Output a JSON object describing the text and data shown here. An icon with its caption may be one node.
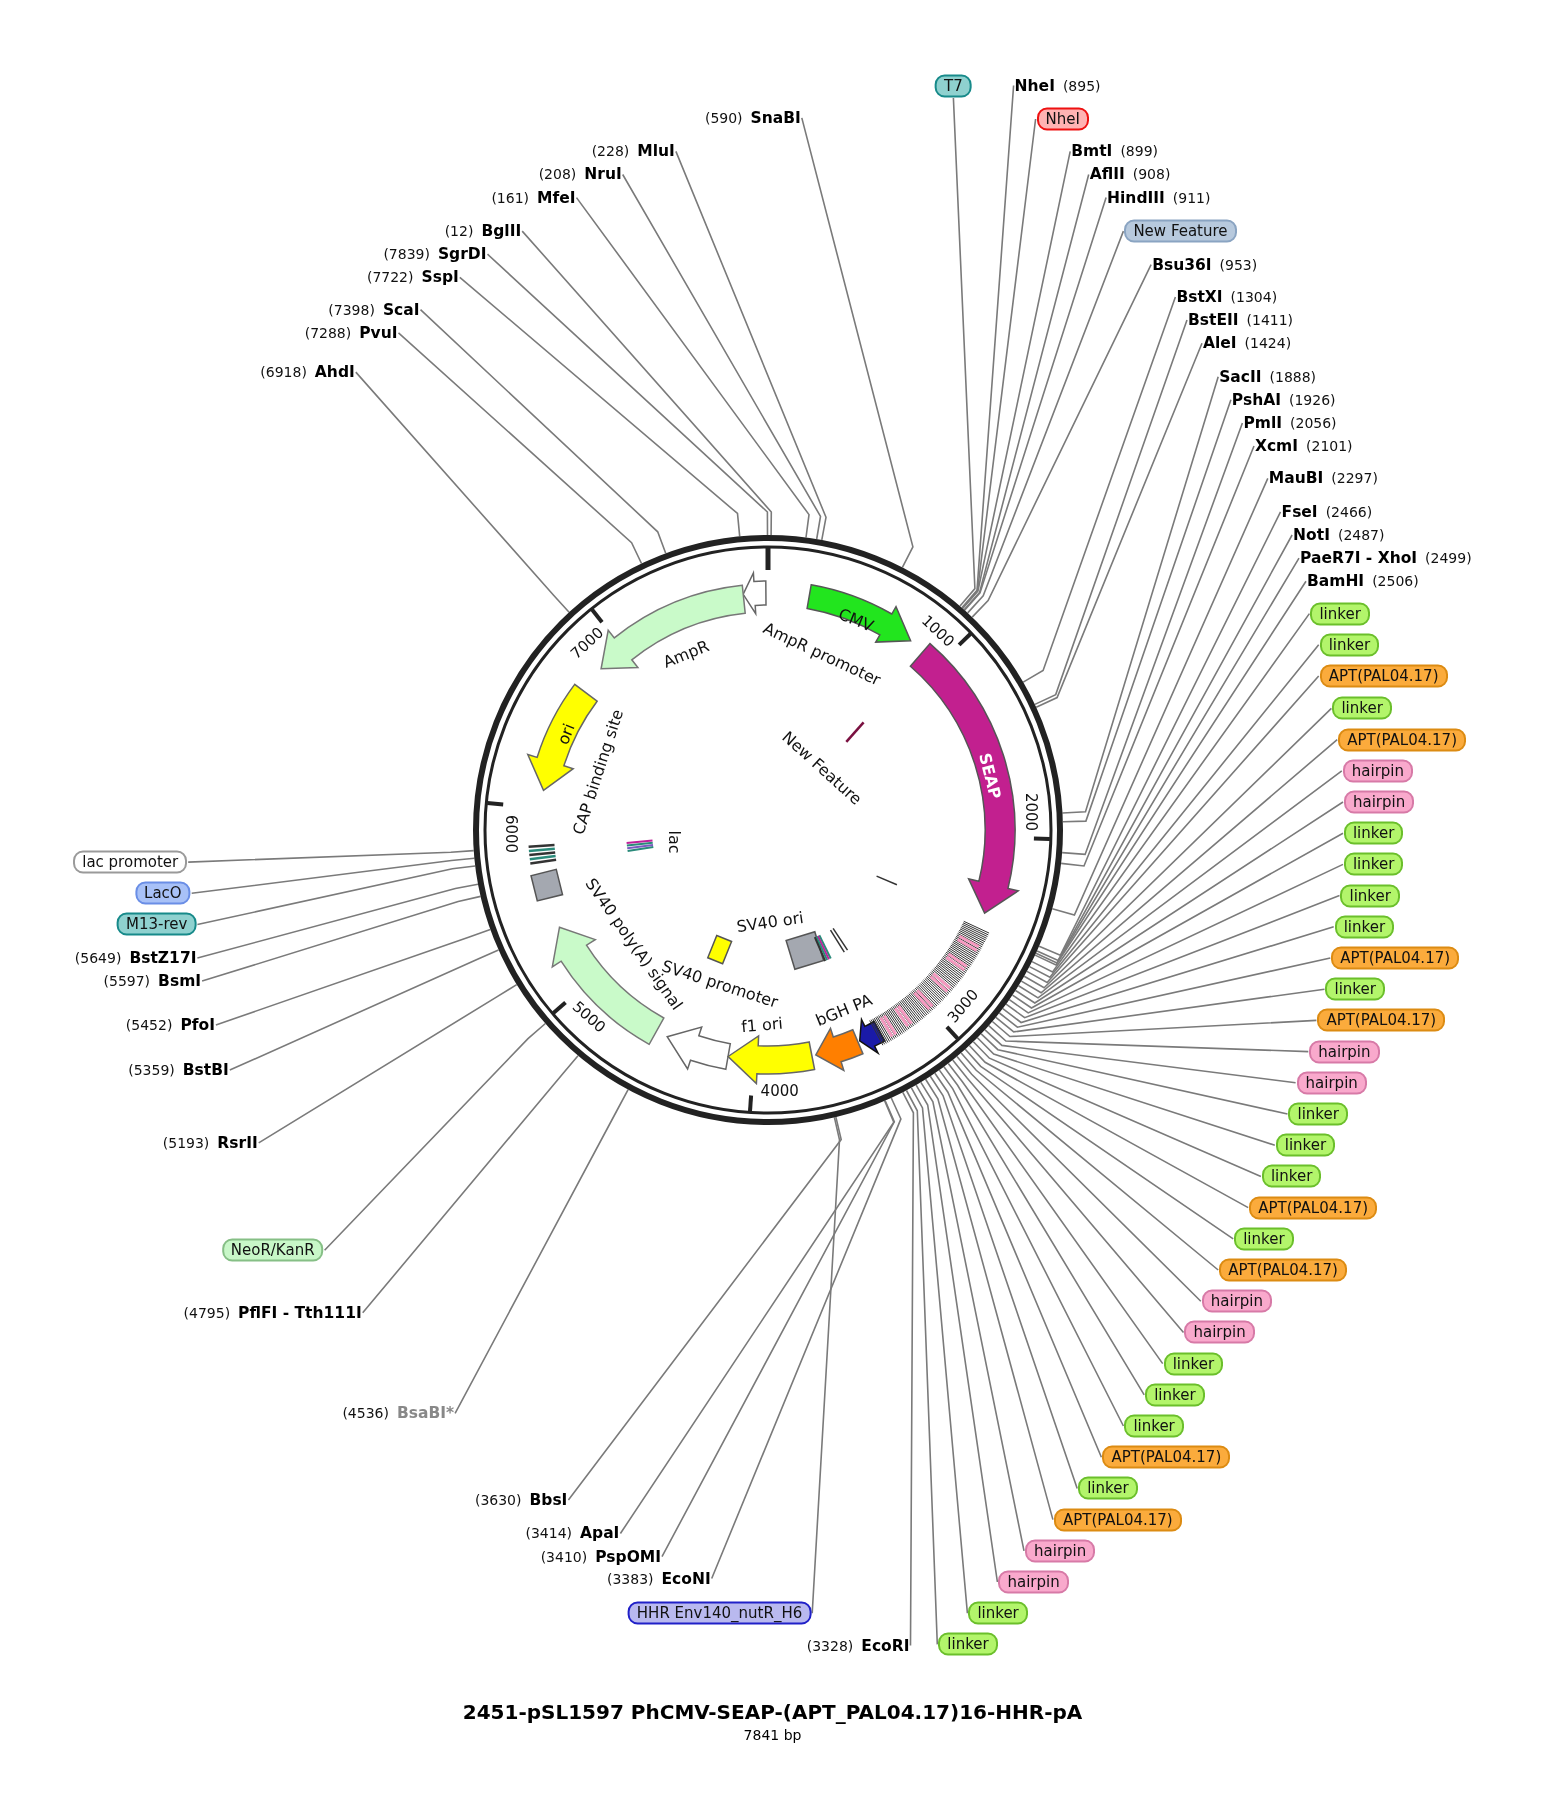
{
  "diagram": {
    "title": "2451-pSL1597 PhCMV-SEAP-(APT_PAL04.17)16-HHR-pA",
    "caption": "7841 bp",
    "nodes": [
      {
        "text": [
          "(590)",
          "SnaBI"
        ]
      },
      {
        "text": [
          "(228)",
          "MluI"
        ]
      },
      {
        "text": [
          "(208)",
          "NruI"
        ]
      },
      {
        "text": [
          "(161)",
          "MfeI"
        ]
      },
      {
        "text": [
          "(12)",
          "BglII"
        ]
      },
      {
        "text": [
          "(7839)",
          "SgrDI"
        ]
      },
      {
        "text": [
          "(7722)",
          "SspI"
        ]
      },
      {
        "text": [
          "(7398)",
          "ScaI"
        ]
      },
      {
        "text": [
          "(7288)",
          "PvuI"
        ]
      },
      {
        "text": [
          "(6918)",
          "AhdI"
        ]
      },
      {
        "text": [
          "T7"
        ]
      },
      {
        "text": [
          "NheI",
          "(895)"
        ]
      },
      {
        "text": [
          "NheI"
        ]
      },
      {
        "text": [
          "BmtI",
          "(899)"
        ]
      },
      {
        "text": [
          "AflII",
          "(908)"
        ]
      },
      {
        "text": [
          "HindIII",
          "(911)"
        ]
      },
      {
        "text": [
          "New Feature"
        ]
      },
      {
        "text": [
          "Bsu36I",
          "(953)"
        ]
      },
      {
        "text": [
          "BstXI",
          "(1304)"
        ]
      },
      {
        "text": [
          "BstEII",
          "(1411)"
        ]
      },
      {
        "text": [
          "AleI",
          "(1424)"
        ]
      },
      {
        "text": [
          "SacII",
          "(1888)"
        ]
      },
      {
        "text": [
          "PshAI",
          "(1926)"
        ]
      },
      {
        "text": [
          "PmlI",
          "(2056)"
        ]
      },
      {
        "text": [
          "XcmI",
          "(2101)"
        ]
      },
      {
        "text": [
          "MauBI",
          "(2297)"
        ]
      },
      {
        "text": [
          "FseI",
          "(2466)"
        ]
      },
      {
        "text": [
          "NotI",
          "(2487)"
        ]
      },
      {
        "text": [
          "PaeR7I - XhoI",
          "(2499)"
        ]
      },
      {
        "text": [
          "BamHI",
          "(2506)"
        ]
      },
      {
        "text": [
          "linker"
        ]
      },
      {
        "text": [
          "linker"
        ]
      },
      {
        "text": [
          "APT(PAL04.17)"
        ]
      },
      {
        "text": [
          "linker"
        ]
      },
      {
        "text": [
          "APT(PAL04.17)"
        ]
      },
      {
        "text": [
          "hairpin"
        ]
      },
      {
        "text": [
          "hairpin"
        ]
      },
      {
        "text": [
          "linker"
        ]
      },
      {
        "text": [
          "linker"
        ]
      },
      {
        "text": [
          "linker"
        ]
      },
      {
        "text": [
          "linker"
        ]
      },
      {
        "text": [
          "APT(PAL04.17)"
        ]
      },
      {
        "text": [
          "linker"
        ]
      },
      {
        "text": [
          "APT(PAL04.17)"
        ]
      },
      {
        "text": [
          "hairpin"
        ]
      },
      {
        "text": [
          "hairpin"
        ]
      },
      {
        "text": [
          "linker"
        ]
      },
      {
        "text": [
          "linker"
        ]
      },
      {
        "text": [
          "linker"
        ]
      },
      {
        "text": [
          "APT(PAL04.17)"
        ]
      },
      {
        "text": [
          "linker"
        ]
      },
      {
        "text": [
          "APT(PAL04.17)"
        ]
      },
      {
        "text": [
          "hairpin"
        ]
      },
      {
        "text": [
          "hairpin"
        ]
      },
      {
        "text": [
          "linker"
        ]
      },
      {
        "text": [
          "linker"
        ]
      },
      {
        "text": [
          "linker"
        ]
      },
      {
        "text": [
          "APT(PAL04.17)"
        ]
      },
      {
        "text": [
          "linker"
        ]
      },
      {
        "text": [
          "APT(PAL04.17)"
        ]
      },
      {
        "text": [
          "hairpin"
        ]
      },
      {
        "text": [
          "hairpin"
        ]
      },
      {
        "text": [
          "linker"
        ]
      },
      {
        "text": [
          "linker"
        ]
      },
      {
        "text": [
          "lac promoter"
        ]
      },
      {
        "text": [
          "LacO"
        ]
      },
      {
        "text": [
          "M13-rev"
        ]
      },
      {
        "text": [
          "(5649)",
          "BstZ17I"
        ]
      },
      {
        "text": [
          "(5597)",
          "BsmI"
        ]
      },
      {
        "text": [
          "(5452)",
          "PfoI"
        ]
      },
      {
        "text": [
          "(5359)",
          "BstBI"
        ]
      },
      {
        "text": [
          "(5193)",
          "RsrII"
        ]
      },
      {
        "text": [
          "NeoR/KanR"
        ]
      },
      {
        "text": [
          "(4795)",
          "PflFI - Tth111I"
        ]
      },
      {
        "text": [
          "(4536)",
          "BsaBI*"
        ]
      },
      {
        "text": [
          "(3630)",
          "BbsI"
        ]
      },
      {
        "text": [
          "(3414)",
          "ApaI"
        ]
      },
      {
        "text": [
          "(3410)",
          "PspOMI"
        ]
      },
      {
        "text": [
          "(3383)",
          "EcoNI"
        ]
      },
      {
        "text": [
          "HHR Env140_nutR_H6"
        ]
      },
      {
        "text": [
          "(3328)",
          "EcoRI"
        ]
      },
      {
        "text": [],
        "shape": "circle"
      }
    ],
    "edges": [
      {
        "from": 0,
        "to": 81,
        "arrow": "none"
      },
      {
        "from": 1,
        "to": 81,
        "arrow": "none"
      },
      {
        "from": 2,
        "to": 81,
        "arrow": "none"
      },
      {
        "from": 3,
        "to": 81,
        "arrow": "none"
      },
      {
        "from": 4,
        "to": 81,
        "arrow": "none"
      },
      {
        "from": 5,
        "to": 81,
        "arrow": "none"
      },
      {
        "from": 6,
        "to": 81,
        "arrow": "none"
      },
      {
        "from": 7,
        "to": 81,
        "arrow": "none"
      },
      {
        "from": 8,
        "to": 81,
        "arrow": "none"
      },
      {
        "from": 9,
        "to": 81,
        "arrow": "none"
      },
      {
        "from": 10,
        "to": 81,
        "arrow": "none"
      },
      {
        "from": 11,
        "to": 81,
        "arrow": "none"
      },
      {
        "from": 12,
        "to": 81,
        "arrow": "none"
      },
      {
        "from": 13,
        "to": 81,
        "arrow": "none"
      },
      {
        "from": 14,
        "to": 81,
        "arrow": "none"
      },
      {
        "from": 15,
        "to": 81,
        "arrow": "none"
      },
      {
        "from": 16,
        "to": 81,
        "arrow": "none"
      },
      {
        "from": 17,
        "to": 81,
        "arrow": "none"
      },
      {
        "from": 18,
        "to": 81,
        "arrow": "none"
      },
      {
        "from": 19,
        "to": 81,
        "arrow": "none"
      },
      {
        "from": 20,
        "to": 81,
        "arrow": "none"
      },
      {
        "from": 21,
        "to": 81,
        "arrow": "none"
      },
      {
        "from": 22,
        "to": 81,
        "arrow": "none"
      },
      {
        "from": 23,
        "to": 81,
        "arrow": "none"
      },
      {
        "from": 24,
        "to": 81,
        "arrow": "none"
      },
      {
        "from": 25,
        "to": 81,
        "arrow": "none"
      },
      {
        "from": 26,
        "to": 81,
        "arrow": "none"
      },
      {
        "from": 27,
        "to": 81,
        "arrow": "none"
      },
      {
        "from": 28,
        "to": 81,
        "arrow": "none"
      },
      {
        "from": 29,
        "to": 81,
        "arrow": "none"
      },
      {
        "from": 30,
        "to": 81,
        "arrow": "none"
      },
      {
        "from": 31,
        "to": 81,
        "arrow": "none"
      },
      {
        "from": 32,
        "to": 81,
        "arrow": "none"
      },
      {
        "from": 33,
        "to": 81,
        "arrow": "none"
      },
      {
        "from": 34,
        "to": 81,
        "arrow": "none"
      },
      {
        "from": 35,
        "to": 81,
        "arrow": "none"
      },
      {
        "from": 36,
        "to": 81,
        "arrow": "none"
      },
      {
        "from": 37,
        "to": 81,
        "arrow": "none"
      },
      {
        "from": 38,
        "to": 81,
        "arrow": "none"
      },
      {
        "from": 39,
        "to": 81,
        "arrow": "none"
      },
      {
        "from": 40,
        "to": 81,
        "arrow": "none"
      },
      {
        "from": 41,
        "to": 81,
        "arrow": "none"
      },
      {
        "from": 42,
        "to": 81,
        "arrow": "none"
      },
      {
        "from": 43,
        "to": 81,
        "arrow": "none"
      },
      {
        "from": 44,
        "to": 81,
        "arrow": "none"
      },
      {
        "from": 45,
        "to": 81,
        "arrow": "none"
      },
      {
        "from": 46,
        "to": 81,
        "arrow": "none"
      },
      {
        "from": 47,
        "to": 81,
        "arrow": "none"
      },
      {
        "from": 48,
        "to": 81,
        "arrow": "none"
      },
      {
        "from": 49,
        "to": 81,
        "arrow": "none"
      },
      {
        "from": 50,
        "to": 81,
        "arrow": "none"
      },
      {
        "from": 51,
        "to": 81,
        "arrow": "none"
      },
      {
        "from": 52,
        "to": 81,
        "arrow": "none"
      },
      {
        "from": 53,
        "to": 81,
        "arrow": "none"
      },
      {
        "from": 54,
        "to": 81,
        "arrow": "none"
      },
      {
        "from": 55,
        "to": 81,
        "arrow": "none"
      },
      {
        "from": 56,
        "to": 81,
        "arrow": "none"
      },
      {
        "from": 57,
        "to": 81,
        "arrow": "none"
      },
      {
        "from": 58,
        "to": 81,
        "arrow": "none"
      },
      {
        "from": 59,
        "to": 81,
        "arrow": "none"
      },
      {
        "from": 60,
        "to": 81,
        "arrow": "none"
      },
      {
        "from": 61,
        "to": 81,
        "arrow": "none"
      },
      {
        "from": 62,
        "to": 81,
        "arrow": "none"
      },
      {
        "from": 63,
        "to": 81,
        "arrow": "none"
      },
      {
        "from": 64,
        "to": 81,
        "arrow": "none"
      },
      {
        "from": 65,
        "to": 81,
        "arrow": "none"
      },
      {
        "from": 66,
        "to": 81,
        "arrow": "none"
      },
      {
        "from": 67,
        "to": 81,
        "arrow": "none"
      },
      {
        "from": 68,
        "to": 81,
        "arrow": "none"
      },
      {
        "from": 69,
        "to": 81,
        "arrow": "none"
      },
      {
        "from": 70,
        "to": 81,
        "arrow": "none"
      },
      {
        "from": 71,
        "to": 81,
        "arrow": "none"
      },
      {
        "from": 72,
        "to": 81,
        "arrow": "none"
      },
      {
        "from": 73,
        "to": 81,
        "arrow": "none"
      },
      {
        "from": 74,
        "to": 81,
        "arrow": "none"
      },
      {
        "from": 75,
        "to": 81,
        "arrow": "none"
      },
      {
        "from": 76,
        "to": 81,
        "arrow": "none"
      },
      {
        "from": 77,
        "to": 81,
        "arrow": "none"
      },
      {
        "from": 78,
        "to": 81,
        "arrow": "none"
      },
      {
        "from": 79,
        "to": 81,
        "arrow": "none"
      },
      {
        "from": 80,
        "to": 81,
        "arrow": "none"
      }
    ],
    "labels": [
      "CMV",
      "AmpR promoter",
      "AmpR",
      "1000",
      "7000",
      "ori",
      "CAP binding site",
      "New Feature",
      "SEAP",
      "2000",
      "lac",
      "6000",
      "SV40 ori",
      "SV40 poly(A) signal",
      "SV40 promoter",
      "bGH PA",
      "f1 ori",
      "3000",
      "5000",
      "4000"
    ]
  }
}
